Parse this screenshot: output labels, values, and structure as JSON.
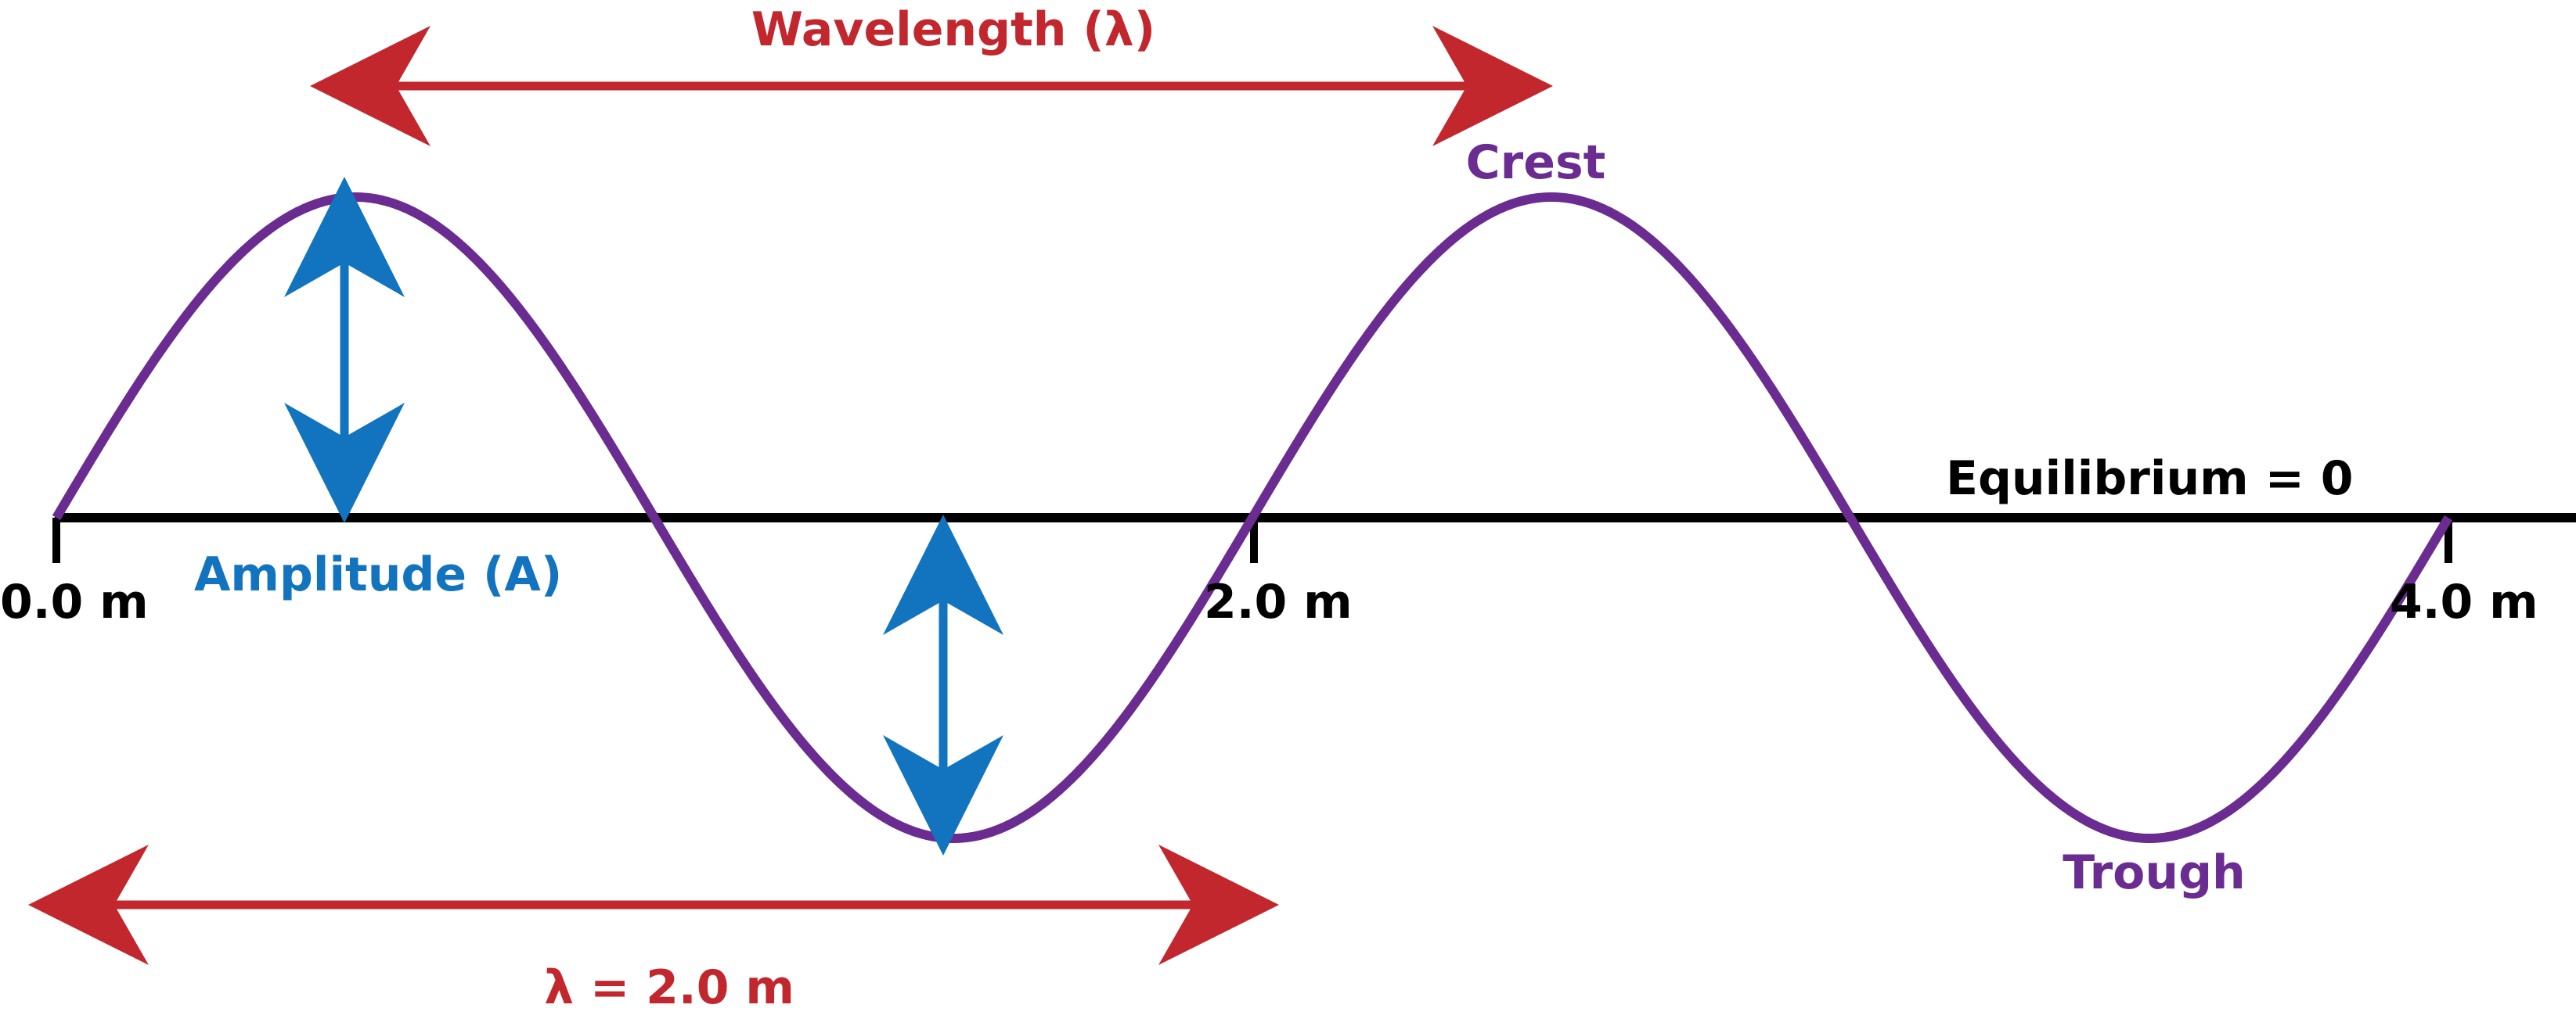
{
  "title": "Wavelength (λ)",
  "labels": {
    "crest": "Crest",
    "trough": "Trough",
    "equilibrium": "Equilibrium = 0",
    "amplitude": "Amplitude (A)",
    "lambda_value": "λ = 2.0 m"
  },
  "ticks": [
    "0.0 m",
    "2.0 m",
    "4.0 m"
  ],
  "colors": {
    "wave": "#6a2c91",
    "axis": "#000000",
    "wavelength": "#c1272d",
    "amplitude": "#1273bf"
  }
}
